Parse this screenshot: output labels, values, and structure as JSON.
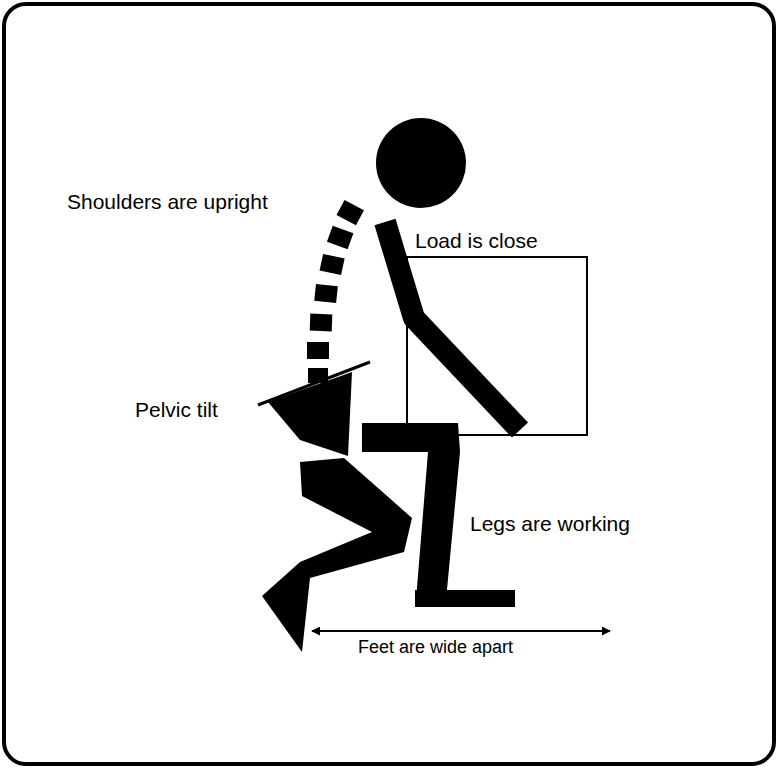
{
  "diagram": {
    "labels": [
      "Shoulders are upright",
      "Load is close",
      "Pelvic tilt",
      "Legs are working",
      "Feet are wide apart"
    ]
  }
}
